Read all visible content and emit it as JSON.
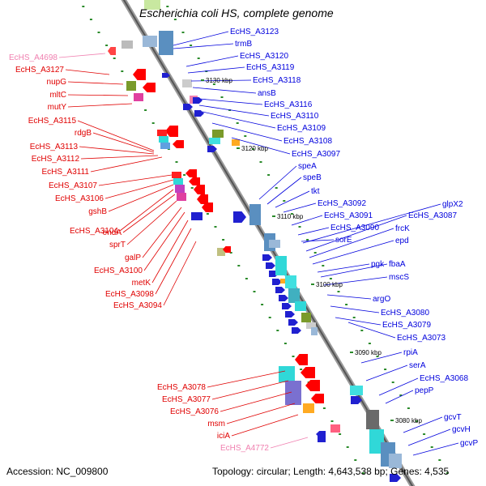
{
  "title": "Escherichia coli HS, complete genome",
  "footer": {
    "accession": "Accession: NC_009800",
    "topology": "Topology: circular; Length: 4,643,538 bp; Genes: 4,535"
  },
  "colors": {
    "left_label": "#e00000",
    "right_label": "#0000dd",
    "pink_label": "#f080b0",
    "backbone": "#777777"
  },
  "kbp_ticks": [
    "3130 kbp",
    "3120 kbp",
    "3110 kbp",
    "3100 kbp",
    "3090 kbp",
    "3080 kbp"
  ],
  "left_labels": [
    {
      "text": "EcHS_A4698",
      "color": "pink"
    },
    {
      "text": "EcHS_A3127",
      "color": "red"
    },
    {
      "text": "nupG",
      "color": "red"
    },
    {
      "text": "mltC",
      "color": "red"
    },
    {
      "text": "mutY",
      "color": "red"
    },
    {
      "text": "EcHS_A3115",
      "color": "red"
    },
    {
      "text": "rdgB",
      "color": "red"
    },
    {
      "text": "EcHS_A3113",
      "color": "red"
    },
    {
      "text": "EcHS_A3112",
      "color": "red"
    },
    {
      "text": "EcHS_A3111",
      "color": "red"
    },
    {
      "text": "EcHS_A3107",
      "color": "red"
    },
    {
      "text": "EcHS_A3106",
      "color": "red"
    },
    {
      "text": "gshB",
      "color": "red"
    },
    {
      "text": "EcHS_A3104",
      "color": "red"
    },
    {
      "text": "endA",
      "color": "red"
    },
    {
      "text": "sprT",
      "color": "red"
    },
    {
      "text": "galP",
      "color": "red"
    },
    {
      "text": "EcHS_A3100",
      "color": "red"
    },
    {
      "text": "metK",
      "color": "red"
    },
    {
      "text": "EcHS_A3098",
      "color": "red"
    },
    {
      "text": "EcHS_A3094",
      "color": "red"
    },
    {
      "text": "EcHS_A3078",
      "color": "red"
    },
    {
      "text": "EcHS_A3077",
      "color": "red"
    },
    {
      "text": "EcHS_A3076",
      "color": "red"
    },
    {
      "text": "msm",
      "color": "red"
    },
    {
      "text": "iciA",
      "color": "red"
    },
    {
      "text": "EcHS_A4772",
      "color": "pink"
    }
  ],
  "right_labels": [
    {
      "text": "EcHS_A3123"
    },
    {
      "text": "trmB"
    },
    {
      "text": "EcHS_A3120"
    },
    {
      "text": "EcHS_A3119"
    },
    {
      "text": "EcHS_A3118"
    },
    {
      "text": "ansB"
    },
    {
      "text": "EcHS_A3116"
    },
    {
      "text": "EcHS_A3110"
    },
    {
      "text": "EcHS_A3109"
    },
    {
      "text": "EcHS_A3108"
    },
    {
      "text": "EcHS_A3097"
    },
    {
      "text": "speA"
    },
    {
      "text": "speB"
    },
    {
      "text": "tkt"
    },
    {
      "text": "EcHS_A3092"
    },
    {
      "text": "EcHS_A3091"
    },
    {
      "text": "EcHS_A3090"
    },
    {
      "text": "sorE"
    },
    {
      "text": "glpX2"
    },
    {
      "text": "EcHS_A3087"
    },
    {
      "text": "frcK"
    },
    {
      "text": "epd"
    },
    {
      "text": "pgk"
    },
    {
      "text": "fbaA"
    },
    {
      "text": "mscS"
    },
    {
      "text": "argO"
    },
    {
      "text": "EcHS_A3080"
    },
    {
      "text": "EcHS_A3079"
    },
    {
      "text": "EcHS_A3073"
    },
    {
      "text": "rpiA"
    },
    {
      "text": "serA"
    },
    {
      "text": "EcHS_A3068"
    },
    {
      "text": "pepP"
    },
    {
      "text": "gcvT"
    },
    {
      "text": "gcvH"
    },
    {
      "text": "gcvP"
    }
  ]
}
